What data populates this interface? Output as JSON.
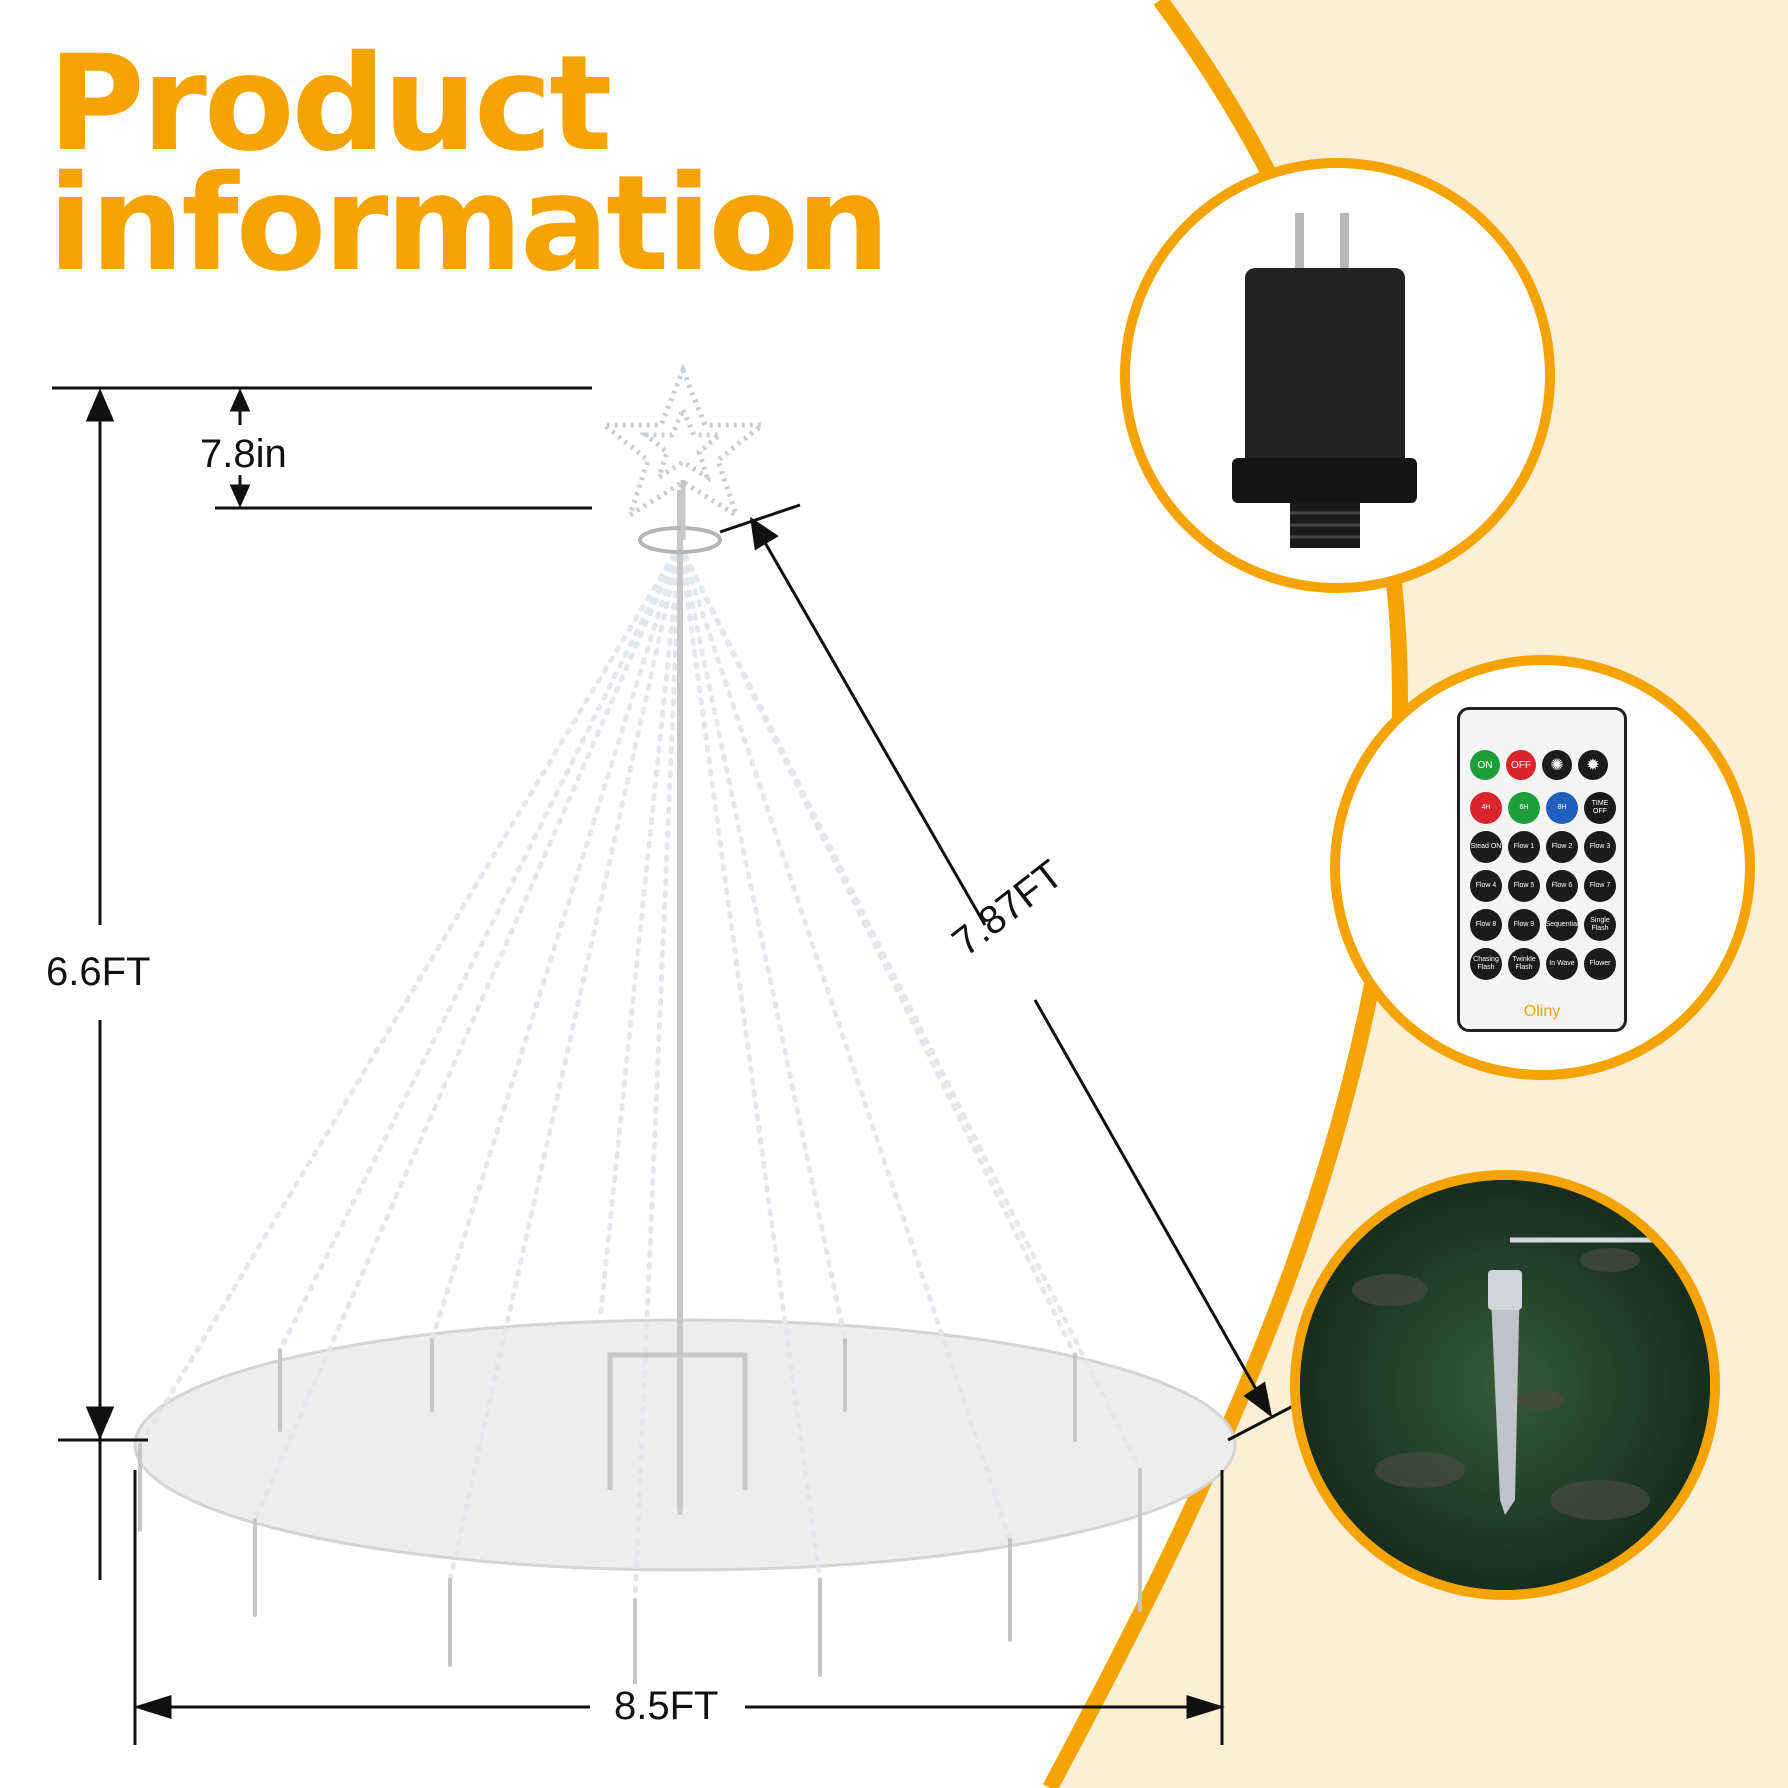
{
  "title": {
    "line1": "Product",
    "line2": "information"
  },
  "dimensions": {
    "star_height": "7.8in",
    "total_height": "6.6FT",
    "strand_length": "7.87FT",
    "base_diameter": "8.5FT"
  },
  "remote": {
    "top_row": [
      "ON",
      "OFF"
    ],
    "timer_row": [
      "4H",
      "6H",
      "8H",
      "TIME OFF"
    ],
    "mode_rows": [
      [
        "Stead ON",
        "Flow 1",
        "Flow 2",
        "Flow 3"
      ],
      [
        "Flow 4",
        "Flow 5",
        "Flow 6",
        "Flow 7"
      ],
      [
        "Flow 8",
        "Flow 9",
        "Sequential",
        "Single Flash"
      ],
      [
        "Chasing Flash",
        "Twinkle Flash",
        "In Wave",
        "Flower"
      ]
    ],
    "brand": "Oliny"
  },
  "colors": {
    "accent": "#f5a300",
    "btn_on": "#1e9e3a",
    "btn_off": "#d8262c",
    "btn_blue": "#1f5fbf",
    "btn_dark": "#1b1b1b"
  }
}
